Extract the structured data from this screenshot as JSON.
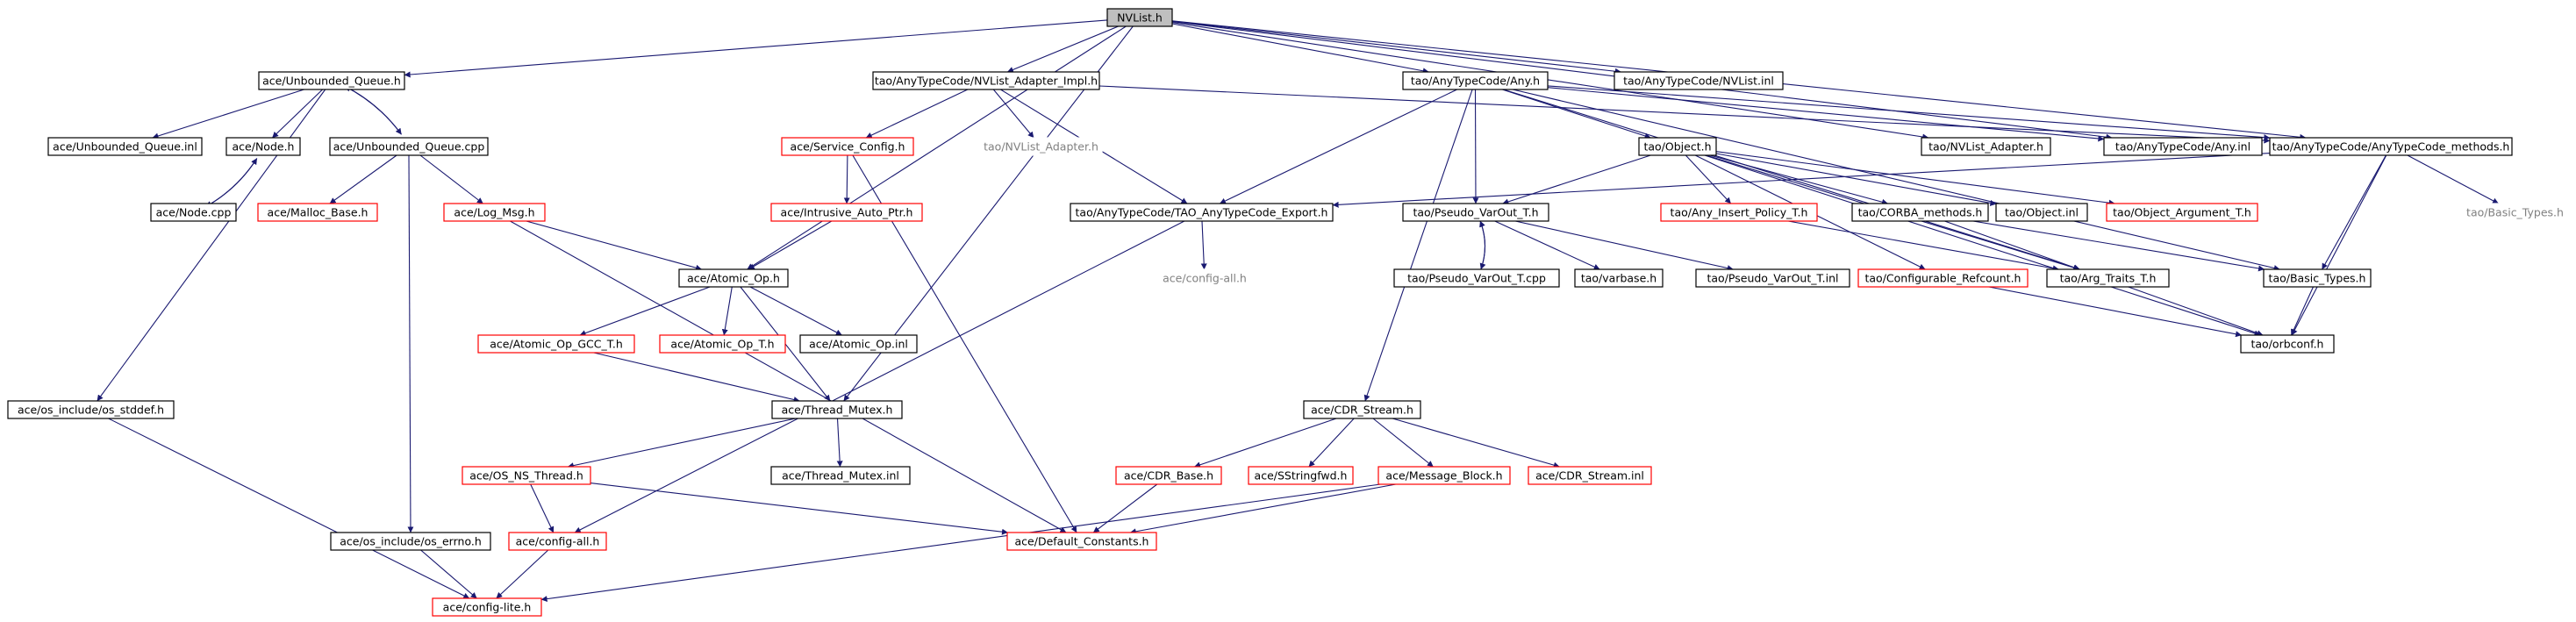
{
  "colors": {
    "edge": "#191970",
    "border_black": "#000000",
    "border_red": "#ff0000",
    "root_fill": "#bfbfbf",
    "gray_text": "#808080"
  },
  "nodes": [
    {
      "id": "nvlist_h",
      "label": "NVList.h",
      "style": "root"
    },
    {
      "id": "ace_unbounded_queue_h",
      "label": "ace/Unbounded_Queue.h",
      "style": "black"
    },
    {
      "id": "tao_anytypecode_nvlist_adapter_impl_h",
      "label": "tao/AnyTypeCode/NVList_Adapter_Impl.h",
      "style": "black"
    },
    {
      "id": "tao_anytypecode_any_h",
      "label": "tao/AnyTypeCode/Any.h",
      "style": "black"
    },
    {
      "id": "tao_anytypecode_nvlist_inl",
      "label": "tao/AnyTypeCode/NVList.inl",
      "style": "black"
    },
    {
      "id": "ace_unbounded_queue_inl",
      "label": "ace/Unbounded_Queue.inl",
      "style": "black"
    },
    {
      "id": "ace_node_h",
      "label": "ace/Node.h",
      "style": "black"
    },
    {
      "id": "ace_unbounded_queue_cpp",
      "label": "ace/Unbounded_Queue.cpp",
      "style": "black"
    },
    {
      "id": "ace_service_config_h",
      "label": "ace/Service_Config.h",
      "style": "red"
    },
    {
      "id": "tao_nvlist_adapter_h",
      "label": "tao/NVList_Adapter.h",
      "style": "gray"
    },
    {
      "id": "tao_object_h",
      "label": "tao/Object.h",
      "style": "black"
    },
    {
      "id": "tao_nvlist_adapter_h2",
      "label": "tao/NVList_Adapter.h",
      "style": "black"
    },
    {
      "id": "tao_anytypecode_any_inl",
      "label": "tao/AnyTypeCode/Any.inl",
      "style": "black"
    },
    {
      "id": "tao_anytypecode_anytypecode_methods_h",
      "label": "tao/AnyTypeCode/AnyTypeCode_methods.h",
      "style": "black"
    },
    {
      "id": "ace_node_cpp",
      "label": "ace/Node.cpp",
      "style": "black"
    },
    {
      "id": "ace_malloc_base_h",
      "label": "ace/Malloc_Base.h",
      "style": "red"
    },
    {
      "id": "ace_log_msg_h",
      "label": "ace/Log_Msg.h",
      "style": "red"
    },
    {
      "id": "ace_intrusive_auto_ptr_h",
      "label": "ace/Intrusive_Auto_Ptr.h",
      "style": "red"
    },
    {
      "id": "tao_anytypecode_tao_anytypecode_export_h",
      "label": "tao/AnyTypeCode/TAO_AnyTypeCode_Export.h",
      "style": "black"
    },
    {
      "id": "tao_pseudo_varout_t_h",
      "label": "tao/Pseudo_VarOut_T.h",
      "style": "black"
    },
    {
      "id": "tao_any_insert_policy_t_h",
      "label": "tao/Any_Insert_Policy_T.h",
      "style": "red"
    },
    {
      "id": "tao_corba_methods_h",
      "label": "tao/CORBA_methods.h",
      "style": "black"
    },
    {
      "id": "tao_object_inl",
      "label": "tao/Object.inl",
      "style": "black"
    },
    {
      "id": "tao_object_argument_t_h",
      "label": "tao/Object_Argument_T.h",
      "style": "red"
    },
    {
      "id": "tao_basic_types_h_gray",
      "label": "tao/Basic_Types.h",
      "style": "gray"
    },
    {
      "id": "ace_atomic_op_h",
      "label": "ace/Atomic_Op.h",
      "style": "black"
    },
    {
      "id": "ace_config_all_h_gray",
      "label": "ace/config-all.h",
      "style": "gray"
    },
    {
      "id": "tao_pseudo_varout_t_cpp",
      "label": "tao/Pseudo_VarOut_T.cpp",
      "style": "black"
    },
    {
      "id": "tao_varbase_h",
      "label": "tao/varbase.h",
      "style": "black"
    },
    {
      "id": "tao_pseudo_varout_t_inl",
      "label": "tao/Pseudo_VarOut_T.inl",
      "style": "black"
    },
    {
      "id": "tao_configurable_refcount_h",
      "label": "tao/Configurable_Refcount.h",
      "style": "red"
    },
    {
      "id": "tao_arg_traits_t_h",
      "label": "tao/Arg_Traits_T.h",
      "style": "black"
    },
    {
      "id": "tao_basic_types_h",
      "label": "tao/Basic_Types.h",
      "style": "black"
    },
    {
      "id": "ace_atomic_op_gcc_t_h",
      "label": "ace/Atomic_Op_GCC_T.h",
      "style": "red"
    },
    {
      "id": "ace_atomic_op_t_h",
      "label": "ace/Atomic_Op_T.h",
      "style": "red"
    },
    {
      "id": "ace_atomic_op_inl",
      "label": "ace/Atomic_Op.inl",
      "style": "black"
    },
    {
      "id": "tao_orbconf_h",
      "label": "tao/orbconf.h",
      "style": "black"
    },
    {
      "id": "ace_os_include_os_stddef_h",
      "label": "ace/os_include/os_stddef.h",
      "style": "black"
    },
    {
      "id": "ace_thread_mutex_h",
      "label": "ace/Thread_Mutex.h",
      "style": "black"
    },
    {
      "id": "ace_cdr_stream_h",
      "label": "ace/CDR_Stream.h",
      "style": "black"
    },
    {
      "id": "ace_os_ns_thread_h",
      "label": "ace/OS_NS_Thread.h",
      "style": "red"
    },
    {
      "id": "ace_thread_mutex_inl",
      "label": "ace/Thread_Mutex.inl",
      "style": "black"
    },
    {
      "id": "ace_cdr_base_h",
      "label": "ace/CDR_Base.h",
      "style": "red"
    },
    {
      "id": "ace_sstringfwd_h",
      "label": "ace/SStringfwd.h",
      "style": "red"
    },
    {
      "id": "ace_message_block_h",
      "label": "ace/Message_Block.h",
      "style": "red"
    },
    {
      "id": "ace_cdr_stream_inl",
      "label": "ace/CDR_Stream.inl",
      "style": "red"
    },
    {
      "id": "ace_os_include_os_errno_h",
      "label": "ace/os_include/os_errno.h",
      "style": "black"
    },
    {
      "id": "ace_config_all_h",
      "label": "ace/config-all.h",
      "style": "red"
    },
    {
      "id": "ace_default_constants_h",
      "label": "ace/Default_Constants.h",
      "style": "red"
    },
    {
      "id": "ace_config_lite_h",
      "label": "ace/config-lite.h",
      "style": "red"
    }
  ],
  "edges": [
    [
      "nvlist_h",
      "ace_unbounded_queue_h"
    ],
    [
      "nvlist_h",
      "tao_anytypecode_nvlist_adapter_impl_h"
    ],
    [
      "nvlist_h",
      "tao_anytypecode_any_h"
    ],
    [
      "nvlist_h",
      "tao_anytypecode_nvlist_inl"
    ],
    [
      "nvlist_h",
      "ace_thread_mutex_h"
    ],
    [
      "nvlist_h",
      "ace_atomic_op_h"
    ],
    [
      "nvlist_h",
      "tao_nvlist_adapter_h2"
    ],
    [
      "nvlist_h",
      "tao_anytypecode_any_inl"
    ],
    [
      "nvlist_h",
      "tao_anytypecode_anytypecode_methods_h"
    ],
    [
      "ace_unbounded_queue_h",
      "ace_unbounded_queue_inl"
    ],
    [
      "ace_unbounded_queue_h",
      "ace_node_h"
    ],
    [
      "ace_unbounded_queue_h",
      "ace_unbounded_queue_cpp"
    ],
    [
      "ace_unbounded_queue_h",
      "ace_os_include_os_stddef_h"
    ],
    [
      "ace_unbounded_queue_cpp",
      "ace_unbounded_queue_h"
    ],
    [
      "ace_unbounded_queue_cpp",
      "ace_malloc_base_h"
    ],
    [
      "ace_unbounded_queue_cpp",
      "ace_log_msg_h"
    ],
    [
      "ace_unbounded_queue_cpp",
      "ace_os_include_os_errno_h"
    ],
    [
      "ace_node_h",
      "ace_node_cpp"
    ],
    [
      "ace_node_cpp",
      "ace_node_h"
    ],
    [
      "tao_anytypecode_nvlist_adapter_impl_h",
      "ace_service_config_h"
    ],
    [
      "tao_anytypecode_nvlist_adapter_impl_h",
      "tao_nvlist_adapter_h"
    ],
    [
      "tao_anytypecode_nvlist_adapter_impl_h",
      "tao_anytypecode_tao_anytypecode_export_h"
    ],
    [
      "tao_anytypecode_nvlist_adapter_impl_h",
      "tao_anytypecode_anytypecode_methods_h"
    ],
    [
      "ace_service_config_h",
      "ace_intrusive_auto_ptr_h"
    ],
    [
      "ace_service_config_h",
      "ace_default_constants_h"
    ],
    [
      "ace_intrusive_auto_ptr_h",
      "ace_atomic_op_h"
    ],
    [
      "ace_log_msg_h",
      "ace_atomic_op_h"
    ],
    [
      "ace_log_msg_h",
      "ace_default_constants_h"
    ],
    [
      "tao_anytypecode_any_h",
      "tao_anytypecode_tao_anytypecode_export_h"
    ],
    [
      "tao_anytypecode_any_h",
      "tao_pseudo_varout_t_h"
    ],
    [
      "tao_anytypecode_any_h",
      "tao_object_h"
    ],
    [
      "tao_anytypecode_any_h",
      "tao_anytypecode_any_inl"
    ],
    [
      "tao_anytypecode_any_h",
      "tao_anytypecode_anytypecode_methods_h"
    ],
    [
      "tao_anytypecode_any_h",
      "tao_arg_traits_t_h"
    ],
    [
      "tao_anytypecode_any_h",
      "ace_cdr_stream_h"
    ],
    [
      "tao_anytypecode_any_h",
      "tao_basic_types_h"
    ],
    [
      "tao_object_h",
      "tao_pseudo_varout_t_h"
    ],
    [
      "tao_object_h",
      "tao_any_insert_policy_t_h"
    ],
    [
      "tao_object_h",
      "tao_corba_methods_h"
    ],
    [
      "tao_object_h",
      "tao_object_inl"
    ],
    [
      "tao_object_h",
      "tao_object_argument_t_h"
    ],
    [
      "tao_object_h",
      "tao_configurable_refcount_h"
    ],
    [
      "tao_object_h",
      "tao_arg_traits_t_h"
    ],
    [
      "tao_object_h",
      "tao_orbconf_h"
    ],
    [
      "tao_anytypecode_anytypecode_methods_h",
      "tao_anytypecode_tao_anytypecode_export_h"
    ],
    [
      "tao_anytypecode_anytypecode_methods_h",
      "tao_basic_types_h_gray"
    ],
    [
      "tao_anytypecode_anytypecode_methods_h",
      "tao_basic_types_h"
    ],
    [
      "tao_anytypecode_anytypecode_methods_h",
      "tao_orbconf_h"
    ],
    [
      "tao_anytypecode_tao_anytypecode_export_h",
      "ace_config_all_h_gray"
    ],
    [
      "tao_anytypecode_tao_anytypecode_export_h",
      "ace_config_all_h"
    ],
    [
      "tao_pseudo_varout_t_h",
      "tao_pseudo_varout_t_cpp"
    ],
    [
      "tao_pseudo_varout_t_h",
      "tao_varbase_h"
    ],
    [
      "tao_pseudo_varout_t_h",
      "tao_pseudo_varout_t_inl"
    ],
    [
      "tao_pseudo_varout_t_cpp",
      "tao_pseudo_varout_t_h"
    ],
    [
      "tao_any_insert_policy_t_h",
      "tao_arg_traits_t_h"
    ],
    [
      "tao_corba_methods_h",
      "tao_basic_types_h"
    ],
    [
      "tao_corba_methods_h",
      "tao_orbconf_h"
    ],
    [
      "tao_configurable_refcount_h",
      "tao_orbconf_h"
    ],
    [
      "tao_basic_types_h",
      "tao_orbconf_h"
    ],
    [
      "ace_atomic_op_h",
      "ace_atomic_op_gcc_t_h"
    ],
    [
      "ace_atomic_op_h",
      "ace_atomic_op_t_h"
    ],
    [
      "ace_atomic_op_h",
      "ace_atomic_op_inl"
    ],
    [
      "ace_atomic_op_h",
      "ace_thread_mutex_h"
    ],
    [
      "ace_atomic_op_gcc_t_h",
      "ace_thread_mutex_h"
    ],
    [
      "ace_thread_mutex_h",
      "ace_os_ns_thread_h"
    ],
    [
      "ace_thread_mutex_h",
      "ace_thread_mutex_inl"
    ],
    [
      "ace_os_ns_thread_h",
      "ace_config_all_h"
    ],
    [
      "ace_os_ns_thread_h",
      "ace_default_constants_h"
    ],
    [
      "ace_config_all_h",
      "ace_config_lite_h"
    ],
    [
      "ace_os_include_os_errno_h",
      "ace_config_lite_h"
    ],
    [
      "ace_os_include_os_stddef_h",
      "ace_config_lite_h"
    ],
    [
      "ace_cdr_stream_h",
      "ace_cdr_base_h"
    ],
    [
      "ace_cdr_stream_h",
      "ace_sstringfwd_h"
    ],
    [
      "ace_cdr_stream_h",
      "ace_message_block_h"
    ],
    [
      "ace_cdr_stream_h",
      "ace_cdr_stream_inl"
    ],
    [
      "ace_cdr_base_h",
      "ace_default_constants_h"
    ],
    [
      "ace_message_block_h",
      "ace_default_constants_h"
    ],
    [
      "ace_message_block_h",
      "ace_config_lite_h"
    ]
  ]
}
